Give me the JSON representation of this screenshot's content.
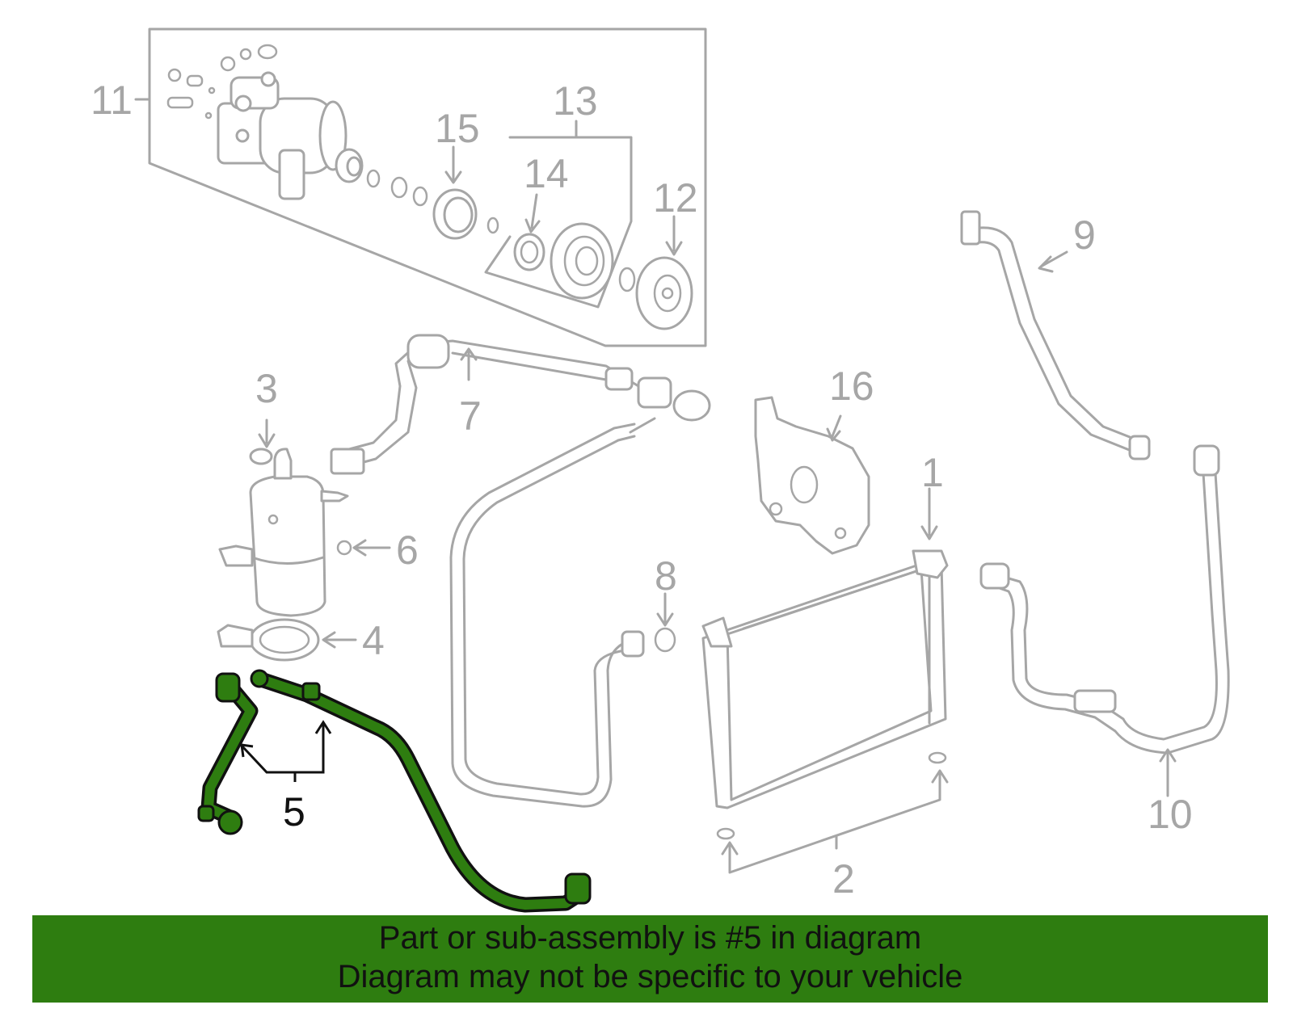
{
  "callouts": {
    "c1": "1",
    "c2": "2",
    "c3": "3",
    "c4": "4",
    "c5": "5",
    "c6": "6",
    "c7": "7",
    "c8": "8",
    "c9": "9",
    "c10": "10",
    "c11": "11",
    "c12": "12",
    "c13": "13",
    "c14": "14",
    "c15": "15",
    "c16": "16"
  },
  "highlight": {
    "part": "5",
    "color": "#2e7d10"
  },
  "banner": {
    "line1": "Part or sub-assembly is #5 in diagram",
    "line2": "Diagram may not be specific to your vehicle",
    "background": "#2e7d10"
  },
  "colors": {
    "line_art": "#a6a6a6",
    "highlight_outline": "#111111"
  }
}
